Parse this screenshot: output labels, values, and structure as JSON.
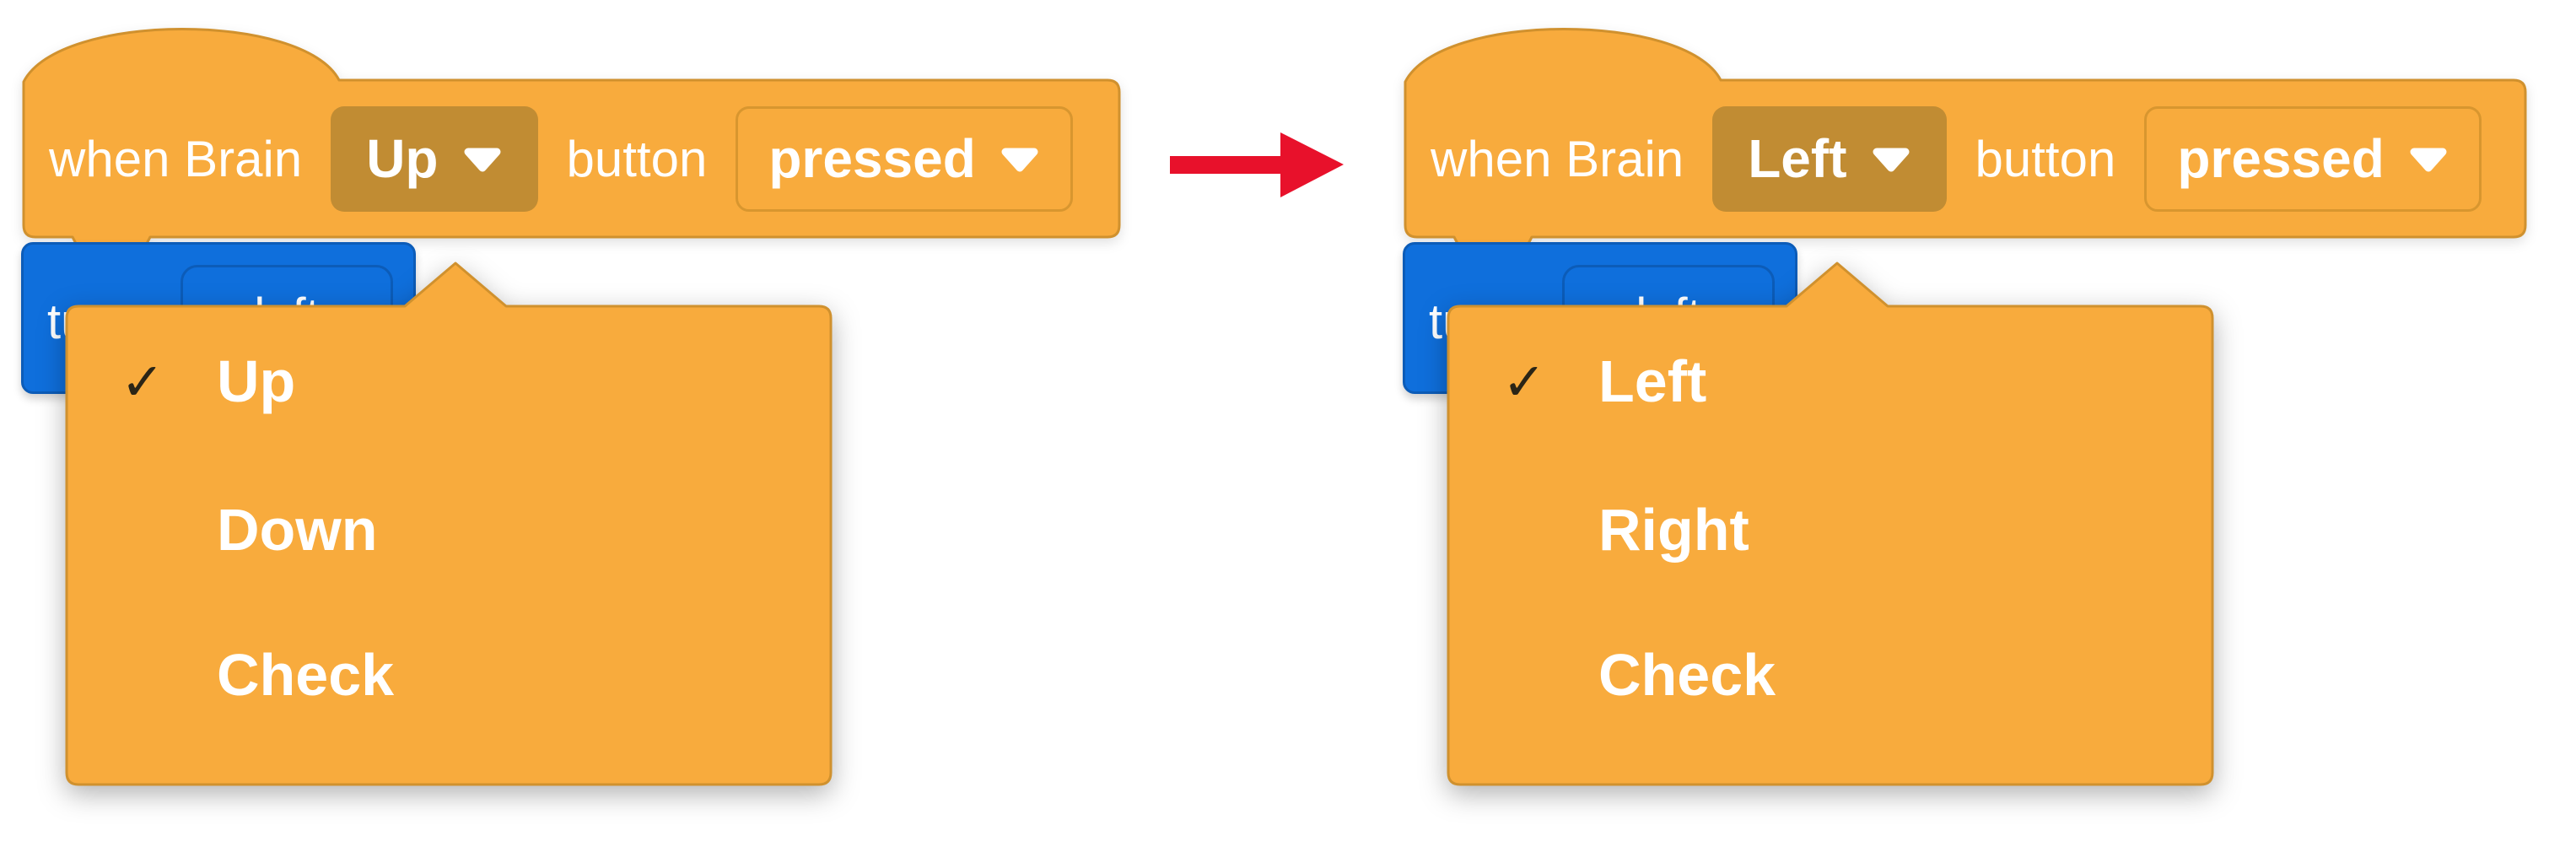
{
  "glyphs": {
    "check": "✓"
  },
  "colors": {
    "block_orange": "#F8AB3D",
    "block_orange_border": "#D0912E",
    "selected_field_brown": "#C18C33",
    "stack_block_blue": "#0F6FDC",
    "stack_block_blue_border": "#0C5CB8",
    "arrow_red": "#E8112B",
    "menu_check_dark": "#2B2516",
    "text_white": "#FFFFFF"
  },
  "groups": [
    {
      "hat_block": {
        "prefix": "when Brain",
        "button_field": "Up",
        "middle": "button",
        "state_field": "pressed"
      },
      "turn_block": {
        "label": "turn",
        "direction_field": "left"
      },
      "menu": {
        "items": [
          {
            "label": "Up",
            "checked": true
          },
          {
            "label": "Down",
            "checked": false
          },
          {
            "label": "Check",
            "checked": false
          }
        ]
      }
    },
    {
      "hat_block": {
        "prefix": "when Brain",
        "button_field": "Left",
        "middle": "button",
        "state_field": "pressed"
      },
      "turn_block": {
        "label": "turn",
        "direction_field": "left"
      },
      "menu": {
        "items": [
          {
            "label": "Left",
            "checked": true
          },
          {
            "label": "Right",
            "checked": false
          },
          {
            "label": "Check",
            "checked": false
          }
        ]
      }
    }
  ]
}
